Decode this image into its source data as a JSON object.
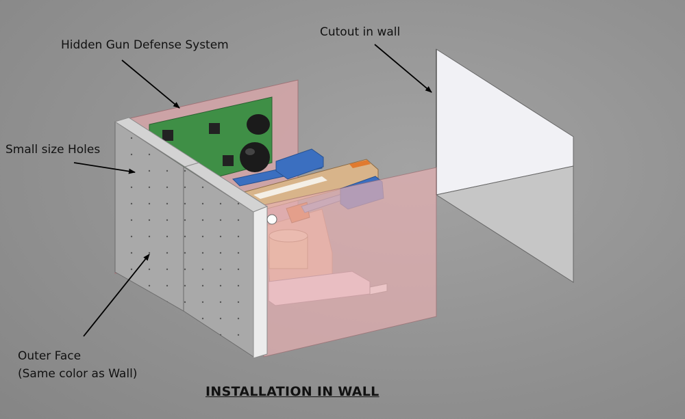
{
  "labels": {
    "hidden_gun": "Hidden Gun Defense System",
    "cutout": "Cutout in wall",
    "small_holes": "Small size Holes",
    "outer_face_line1": "Outer Face",
    "outer_face_line2": "(Same color as Wall)"
  },
  "title": "INSTALLATION IN WALL",
  "colors": {
    "background": "#939393",
    "pcb": "#3f8f46",
    "box_translucent": "#e6b0b2",
    "face_panel": "#a9a9a9",
    "edge_strip": "#d3d3d3",
    "blue_parts": "#3b6fc0",
    "wood_parts": "#d8b48a",
    "wall_cutout": "#f1f1f5",
    "wall_cutout_floor": "#c6c6c6"
  }
}
